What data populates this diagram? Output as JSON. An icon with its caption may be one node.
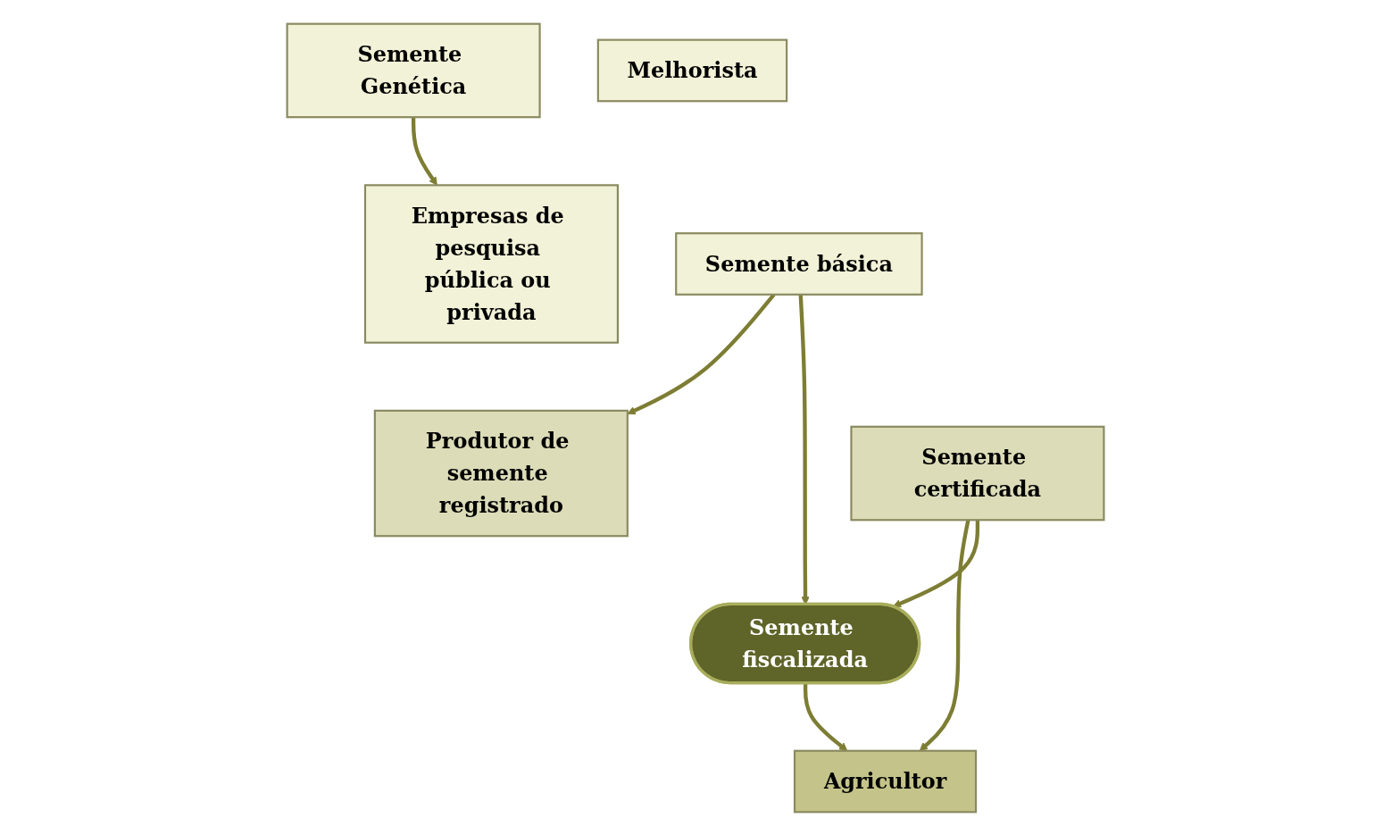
{
  "diagram": {
    "nodes": [
      {
        "text": [
          "Melhorista"
        ]
      },
      {
        "text": [
          "Semente Genética"
        ]
      },
      {
        "text": [
          "Empresas de pesquisa pública ou privada"
        ]
      },
      {
        "text": [
          "Semente básica"
        ]
      },
      {
        "text": [
          "Semente fiscalizada"
        ]
      },
      {
        "text": [
          "Produtor de semente registrado"
        ]
      },
      {
        "text": [
          "Semente certificada"
        ]
      },
      {
        "text": [
          "Agricultor"
        ]
      }
    ],
    "edges": [
      {
        "from": 1,
        "to": 2,
        "arrow": "to"
      },
      {
        "from": 3,
        "to": 5,
        "arrow": "to"
      },
      {
        "from": 6,
        "to": 7,
        "arrow": "to"
      },
      {
        "from": 3,
        "to": 4,
        "arrow": "to"
      },
      {
        "from": 6,
        "to": 4,
        "arrow": "to"
      },
      {
        "from": 4,
        "to": 7,
        "arrow": "to"
      }
    ]
  }
}
